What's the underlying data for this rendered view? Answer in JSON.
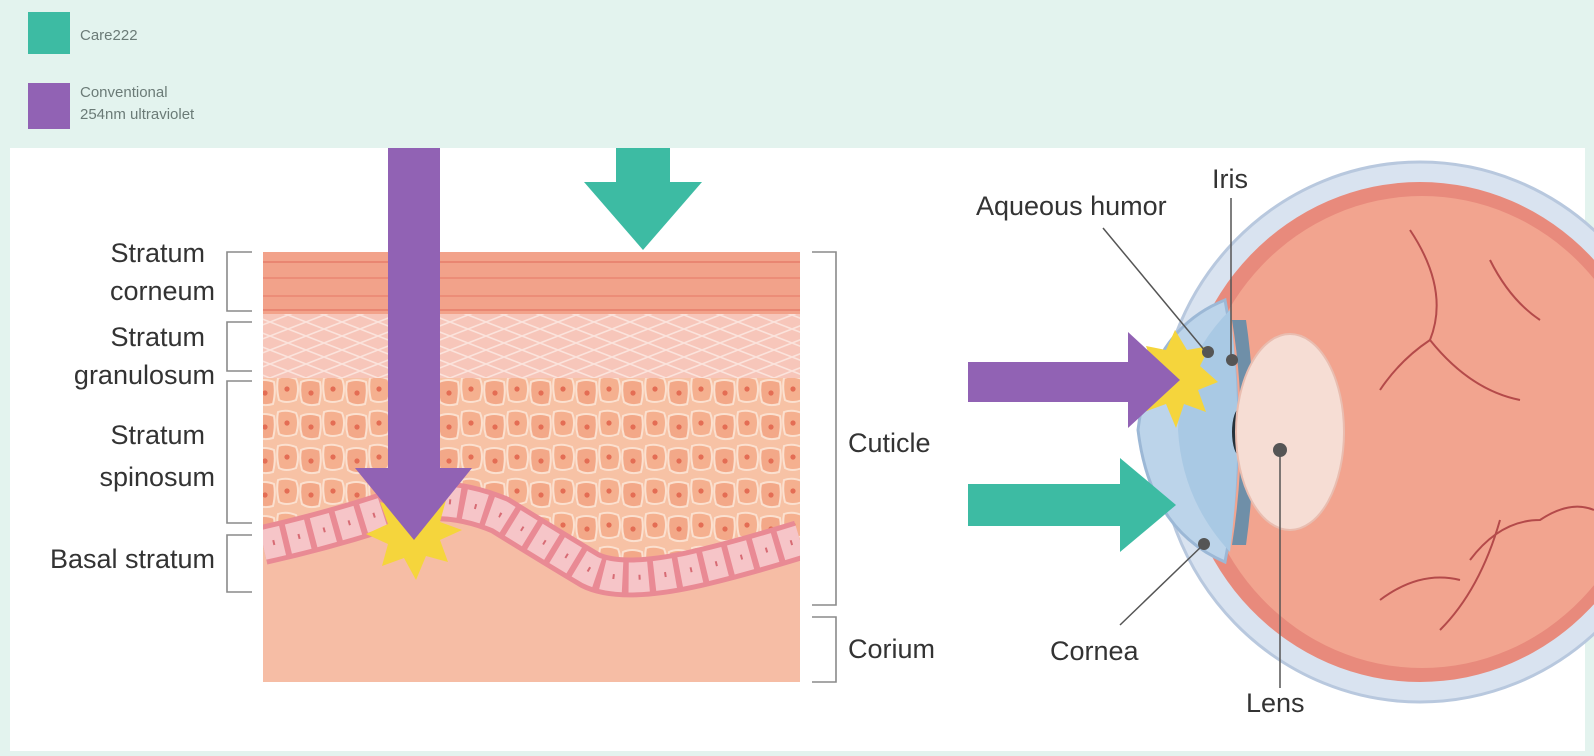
{
  "legend": {
    "items": [
      {
        "label": "Care222",
        "color": "#3dbba3"
      },
      {
        "label_line1": "Conventional",
        "label_line2": "254nm ultraviolet",
        "color": "#9162b4"
      }
    ]
  },
  "skin": {
    "layers": {
      "corneum_line1": "Stratum",
      "corneum_line2": "corneum",
      "granulosum_line1": "Stratum",
      "granulosum_line2": "granulosum",
      "spinosum_line1": "Stratum",
      "spinosum_line2": "spinosum",
      "basal": "Basal stratum"
    },
    "cuticle": "Cuticle",
    "corium": "Corium"
  },
  "eye": {
    "aqueous_humor": "Aqueous humor",
    "iris": "Iris",
    "cornea": "Cornea",
    "lens": "Lens"
  },
  "colors": {
    "teal": "#3dbba3",
    "purple": "#9162b4",
    "background": "#e3f3ee",
    "skin_top": "#f3a38c",
    "skin_deep": "#f6bda5",
    "flash": "#f5d53c"
  }
}
